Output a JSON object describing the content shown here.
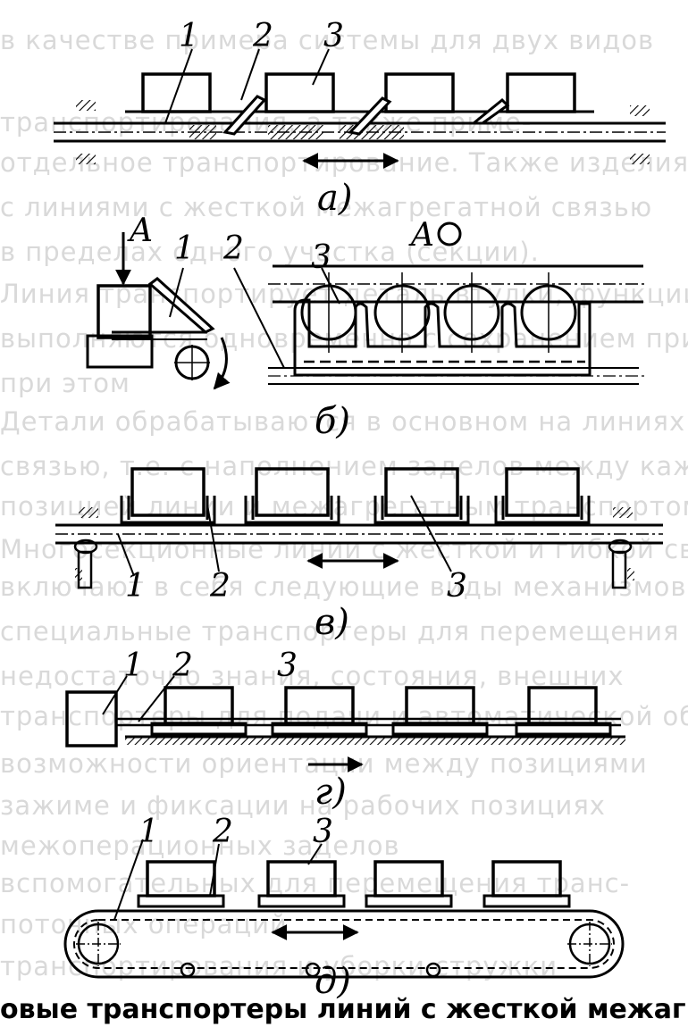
{
  "background_lines": [
    "в качестве примера системы для двух видов",
    "транспортирования, а также приме-",
    "отдельное транспортирование. Также изделия",
    "с линиями с жесткой межагрегатной связью",
    "в пределах одного участка (секции).",
    "Линия транспортирует деталь втулки, функции",
    "выполняются одновременно с сохранением принципа",
    "при этом",
    "Детали обрабатываются в основном на линиях с",
    "связью, т.е. с наполнением заделов между каждой",
    "позицией линии и межагрегатным транспортом",
    "Многосекционные линии с жесткой и гибкой связью",
    "включают в себя следующие виды механизмов и",
    "специальные транспортеры для перемещения к",
    "недостаточно знания, состояния, внешних",
    "транспортеры для подачи и автоматической об-",
    "возможности ориентации между позициями",
    "зажиме и фиксации на рабочих позициях",
    "межоперационных заделов",
    "вспомогательных для перемещения транс-",
    "поточных операций",
    "транспортирования и уборки стружки"
  ],
  "bottom_caption": "овые транспортеры линий с жесткой межагрегатной",
  "figures": [
    {
      "id": "a",
      "label": "а)",
      "numbers": [
        "1",
        "2",
        "3"
      ]
    },
    {
      "id": "b",
      "label": "б)",
      "numbers": [
        "1",
        "2",
        "3"
      ],
      "view_label": "A",
      "view_label_with_marker": "A"
    },
    {
      "id": "v",
      "label": "в)",
      "numbers": [
        "1",
        "2",
        "3"
      ]
    },
    {
      "id": "g",
      "label": "г)",
      "numbers": [
        "1",
        "2",
        "3"
      ]
    },
    {
      "id": "d",
      "label": "д)",
      "numbers": [
        "1",
        "2",
        "3"
      ]
    }
  ]
}
